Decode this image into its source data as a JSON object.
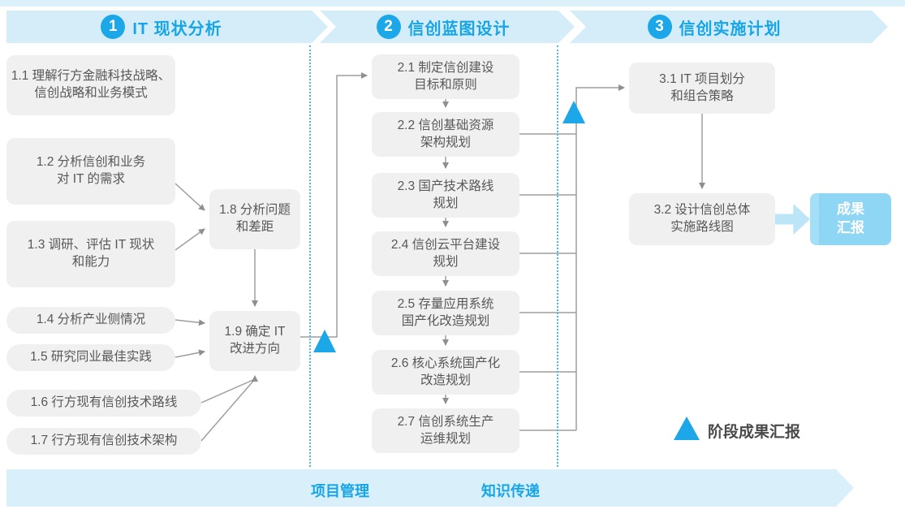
{
  "phases": [
    {
      "number": "1",
      "title": "IT 现状分析"
    },
    {
      "number": "2",
      "title": "信创蓝图设计"
    },
    {
      "number": "3",
      "title": "信创实施计划"
    }
  ],
  "phase1": {
    "boxes": [
      {
        "id": "1.1",
        "line1": "1.1 理解行方金融科技战略、",
        "line2": "信创战略和业务模式"
      },
      {
        "id": "1.2",
        "line1": "1.2 分析信创和业务",
        "line2": "对 IT 的需求"
      },
      {
        "id": "1.3",
        "line1": "1.3 调研、评估 IT 现状",
        "line2": "和能力"
      },
      {
        "id": "1.4",
        "line1": "1.4 分析产业侧情况"
      },
      {
        "id": "1.5",
        "line1": "1.5 研究同业最佳实践"
      },
      {
        "id": "1.6",
        "line1": "1.6 行方现有信创技术路线"
      },
      {
        "id": "1.7",
        "line1": "1.7 行方现有信创技术架构"
      },
      {
        "id": "1.8",
        "line1": "1.8 分析问题",
        "line2": "和差距"
      },
      {
        "id": "1.9",
        "line1": "1.9 确定 IT",
        "line2": "改进方向"
      }
    ]
  },
  "phase2": {
    "boxes": [
      {
        "id": "2.1",
        "line1": "2.1 制定信创建设",
        "line2": "目标和原则"
      },
      {
        "id": "2.2",
        "line1": "2.2 信创基础资源",
        "line2": "架构规划"
      },
      {
        "id": "2.3",
        "line1": "2.3 国产技术路线",
        "line2": "规划"
      },
      {
        "id": "2.4",
        "line1": "2.4 信创云平台建设",
        "line2": "规划"
      },
      {
        "id": "2.5",
        "line1": "2.5 存量应用系统",
        "line2": "国产化改造规划"
      },
      {
        "id": "2.6",
        "line1": "2.6 核心系统国产化",
        "line2": "改造规划"
      },
      {
        "id": "2.7",
        "line1": "2.7 信创系统生产",
        "line2": "运维规划"
      }
    ]
  },
  "phase3": {
    "boxes": [
      {
        "id": "3.1",
        "line1": "3.1 IT 项目划分",
        "line2": "和组合策略"
      },
      {
        "id": "3.2",
        "line1": "3.2 设计信创总体",
        "line2": "实施路线图"
      }
    ],
    "result_badge": {
      "line1": "成果",
      "line2": "汇报"
    }
  },
  "footer": {
    "items": [
      {
        "label": "项目管理"
      },
      {
        "label": "知识传递"
      }
    ]
  },
  "legend": {
    "label": "阶段成果汇报"
  },
  "colors": {
    "accent_blue": "#1ba7e8",
    "banner_bg": "#d5edf9",
    "banner_text": "#18a5e6",
    "task_box_bg": "#f0f0f0",
    "task_box_text": "#595757",
    "connector_line": "#9e9e9e",
    "badge_bg": "#8fd6f4",
    "block_arrow": "#bce5f8",
    "dotted_separator": "#49b7e9"
  }
}
